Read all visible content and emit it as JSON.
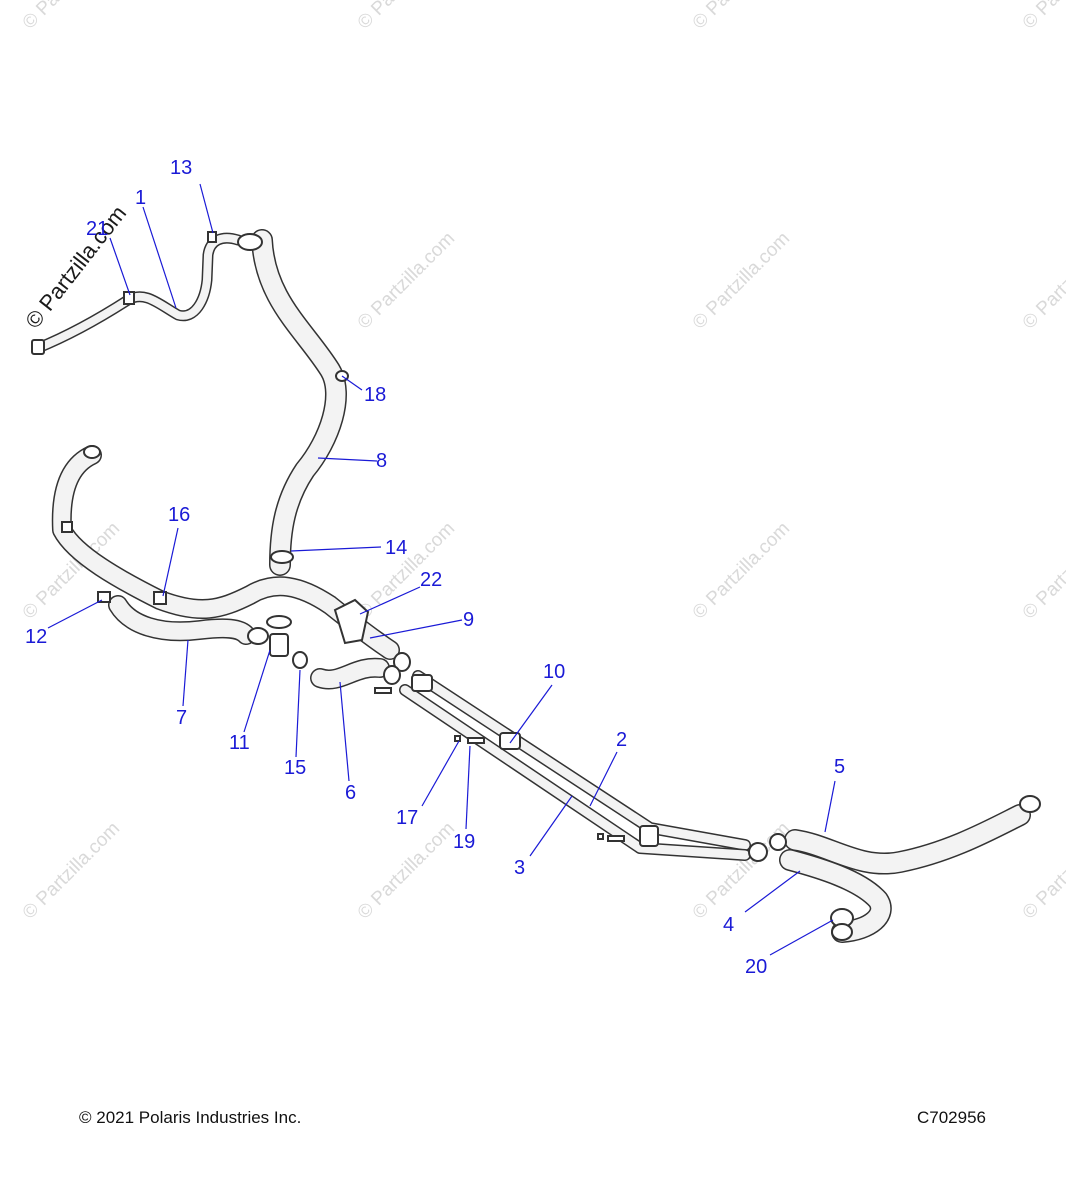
{
  "colors": {
    "callout": "#1a1ad6",
    "hose_outline": "#333333",
    "hose_fill": "#f3f3f3",
    "leader": "#1a1ad6",
    "watermark": "#d9d9d9"
  },
  "watermark": {
    "text": "© Partzilla.com"
  },
  "callouts": [
    {
      "id": "c13",
      "label": "13"
    },
    {
      "id": "c1",
      "label": "1"
    },
    {
      "id": "c21",
      "label": "21"
    },
    {
      "id": "c18",
      "label": "18"
    },
    {
      "id": "c8",
      "label": "8"
    },
    {
      "id": "c16",
      "label": "16"
    },
    {
      "id": "c14",
      "label": "14"
    },
    {
      "id": "c22",
      "label": "22"
    },
    {
      "id": "c12",
      "label": "12"
    },
    {
      "id": "c9",
      "label": "9"
    },
    {
      "id": "c7",
      "label": "7"
    },
    {
      "id": "c11",
      "label": "11"
    },
    {
      "id": "c15",
      "label": "15"
    },
    {
      "id": "c6",
      "label": "6"
    },
    {
      "id": "c10",
      "label": "10"
    },
    {
      "id": "c2",
      "label": "2"
    },
    {
      "id": "c17",
      "label": "17"
    },
    {
      "id": "c19",
      "label": "19"
    },
    {
      "id": "c3",
      "label": "3"
    },
    {
      "id": "c5",
      "label": "5"
    },
    {
      "id": "c4",
      "label": "4"
    },
    {
      "id": "c20",
      "label": "20"
    }
  ],
  "footer": {
    "copyright": "© 2021 Polaris Industries Inc.",
    "figure_code": "C702956"
  }
}
